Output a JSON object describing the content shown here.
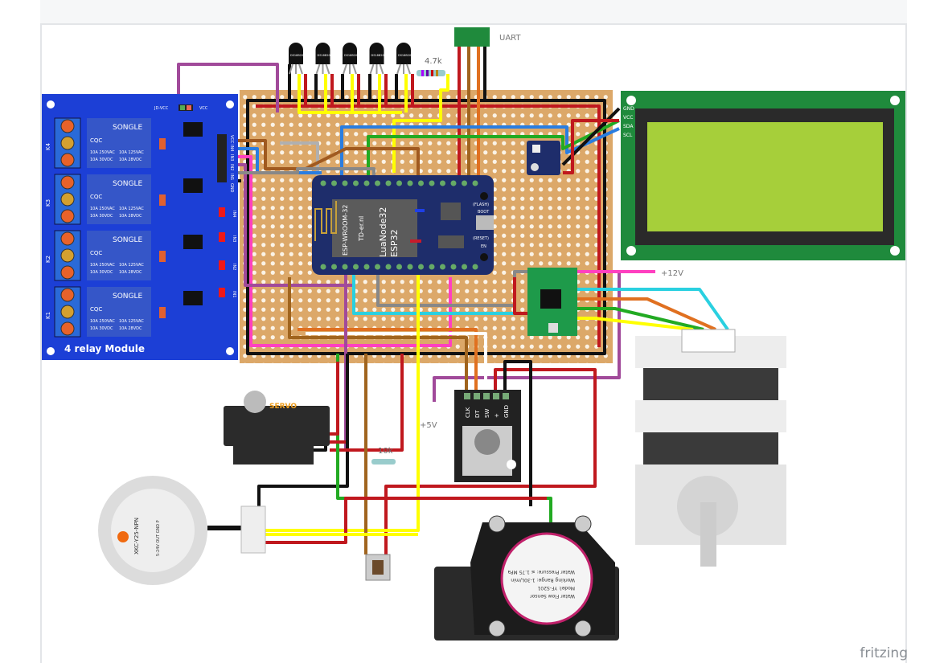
{
  "labels": {
    "uart": "UART",
    "r1": "4.7k",
    "r2": "10k",
    "v12": "+12V",
    "v5": "+5V",
    "credit": "fritzing"
  },
  "sensors": {
    "part": "DS18B20",
    "count": 5
  },
  "relay": {
    "title": "4 relay Module",
    "jdvcc": "JD-VCC",
    "vcc": "VCC",
    "brand": "SONGLE",
    "cert": "CQC",
    "rating1": "10A 250VAC",
    "rating2": "10A 125VAC",
    "rating3": "10A 30VDC",
    "rating4": "10A 28VDC",
    "channels": [
      "K4",
      "K3",
      "K2",
      "K1"
    ],
    "inputs": [
      "IN4",
      "IN3",
      "IN2",
      "IN1"
    ],
    "pins": [
      "VCC",
      "IN4",
      "IN3",
      "IN2",
      "IN1",
      "GND"
    ]
  },
  "esp": {
    "module": "ESP-WROOM-32",
    "brand": "TD-er.nl",
    "name": "LuaNode32",
    "chip": "ESP32",
    "boot": "BOOT",
    "flash": "(FLASH)",
    "en": "EN",
    "reset": "(RESET)"
  },
  "lcd": {
    "pins": [
      "GND",
      "VCC",
      "SDA",
      "SCL"
    ]
  },
  "encoder": {
    "pins": [
      "CLK",
      "DT",
      "SW",
      "+",
      "GND"
    ]
  },
  "servo": {
    "label": "SERVO"
  },
  "float_sensor": {
    "model": "XKC-Y25-NPN",
    "pins": "5-24V OUT GND P"
  },
  "flow_sensor": {
    "line1": "Water Flow Sensor",
    "line2": "Model: YF-S201",
    "line3": "Working Range: 1-30L/min",
    "line4": "Water Pressure: ≤ 1.75 MPa"
  },
  "colors": {
    "perfboard": "#dca869",
    "relay_board": "#1c3fd6",
    "esp_board": "#1e2d6b",
    "lcd_pcb": "#1f8a3c",
    "lcd_screen": "#a6cf3a",
    "driver_pcb": "#1e9a4a"
  }
}
